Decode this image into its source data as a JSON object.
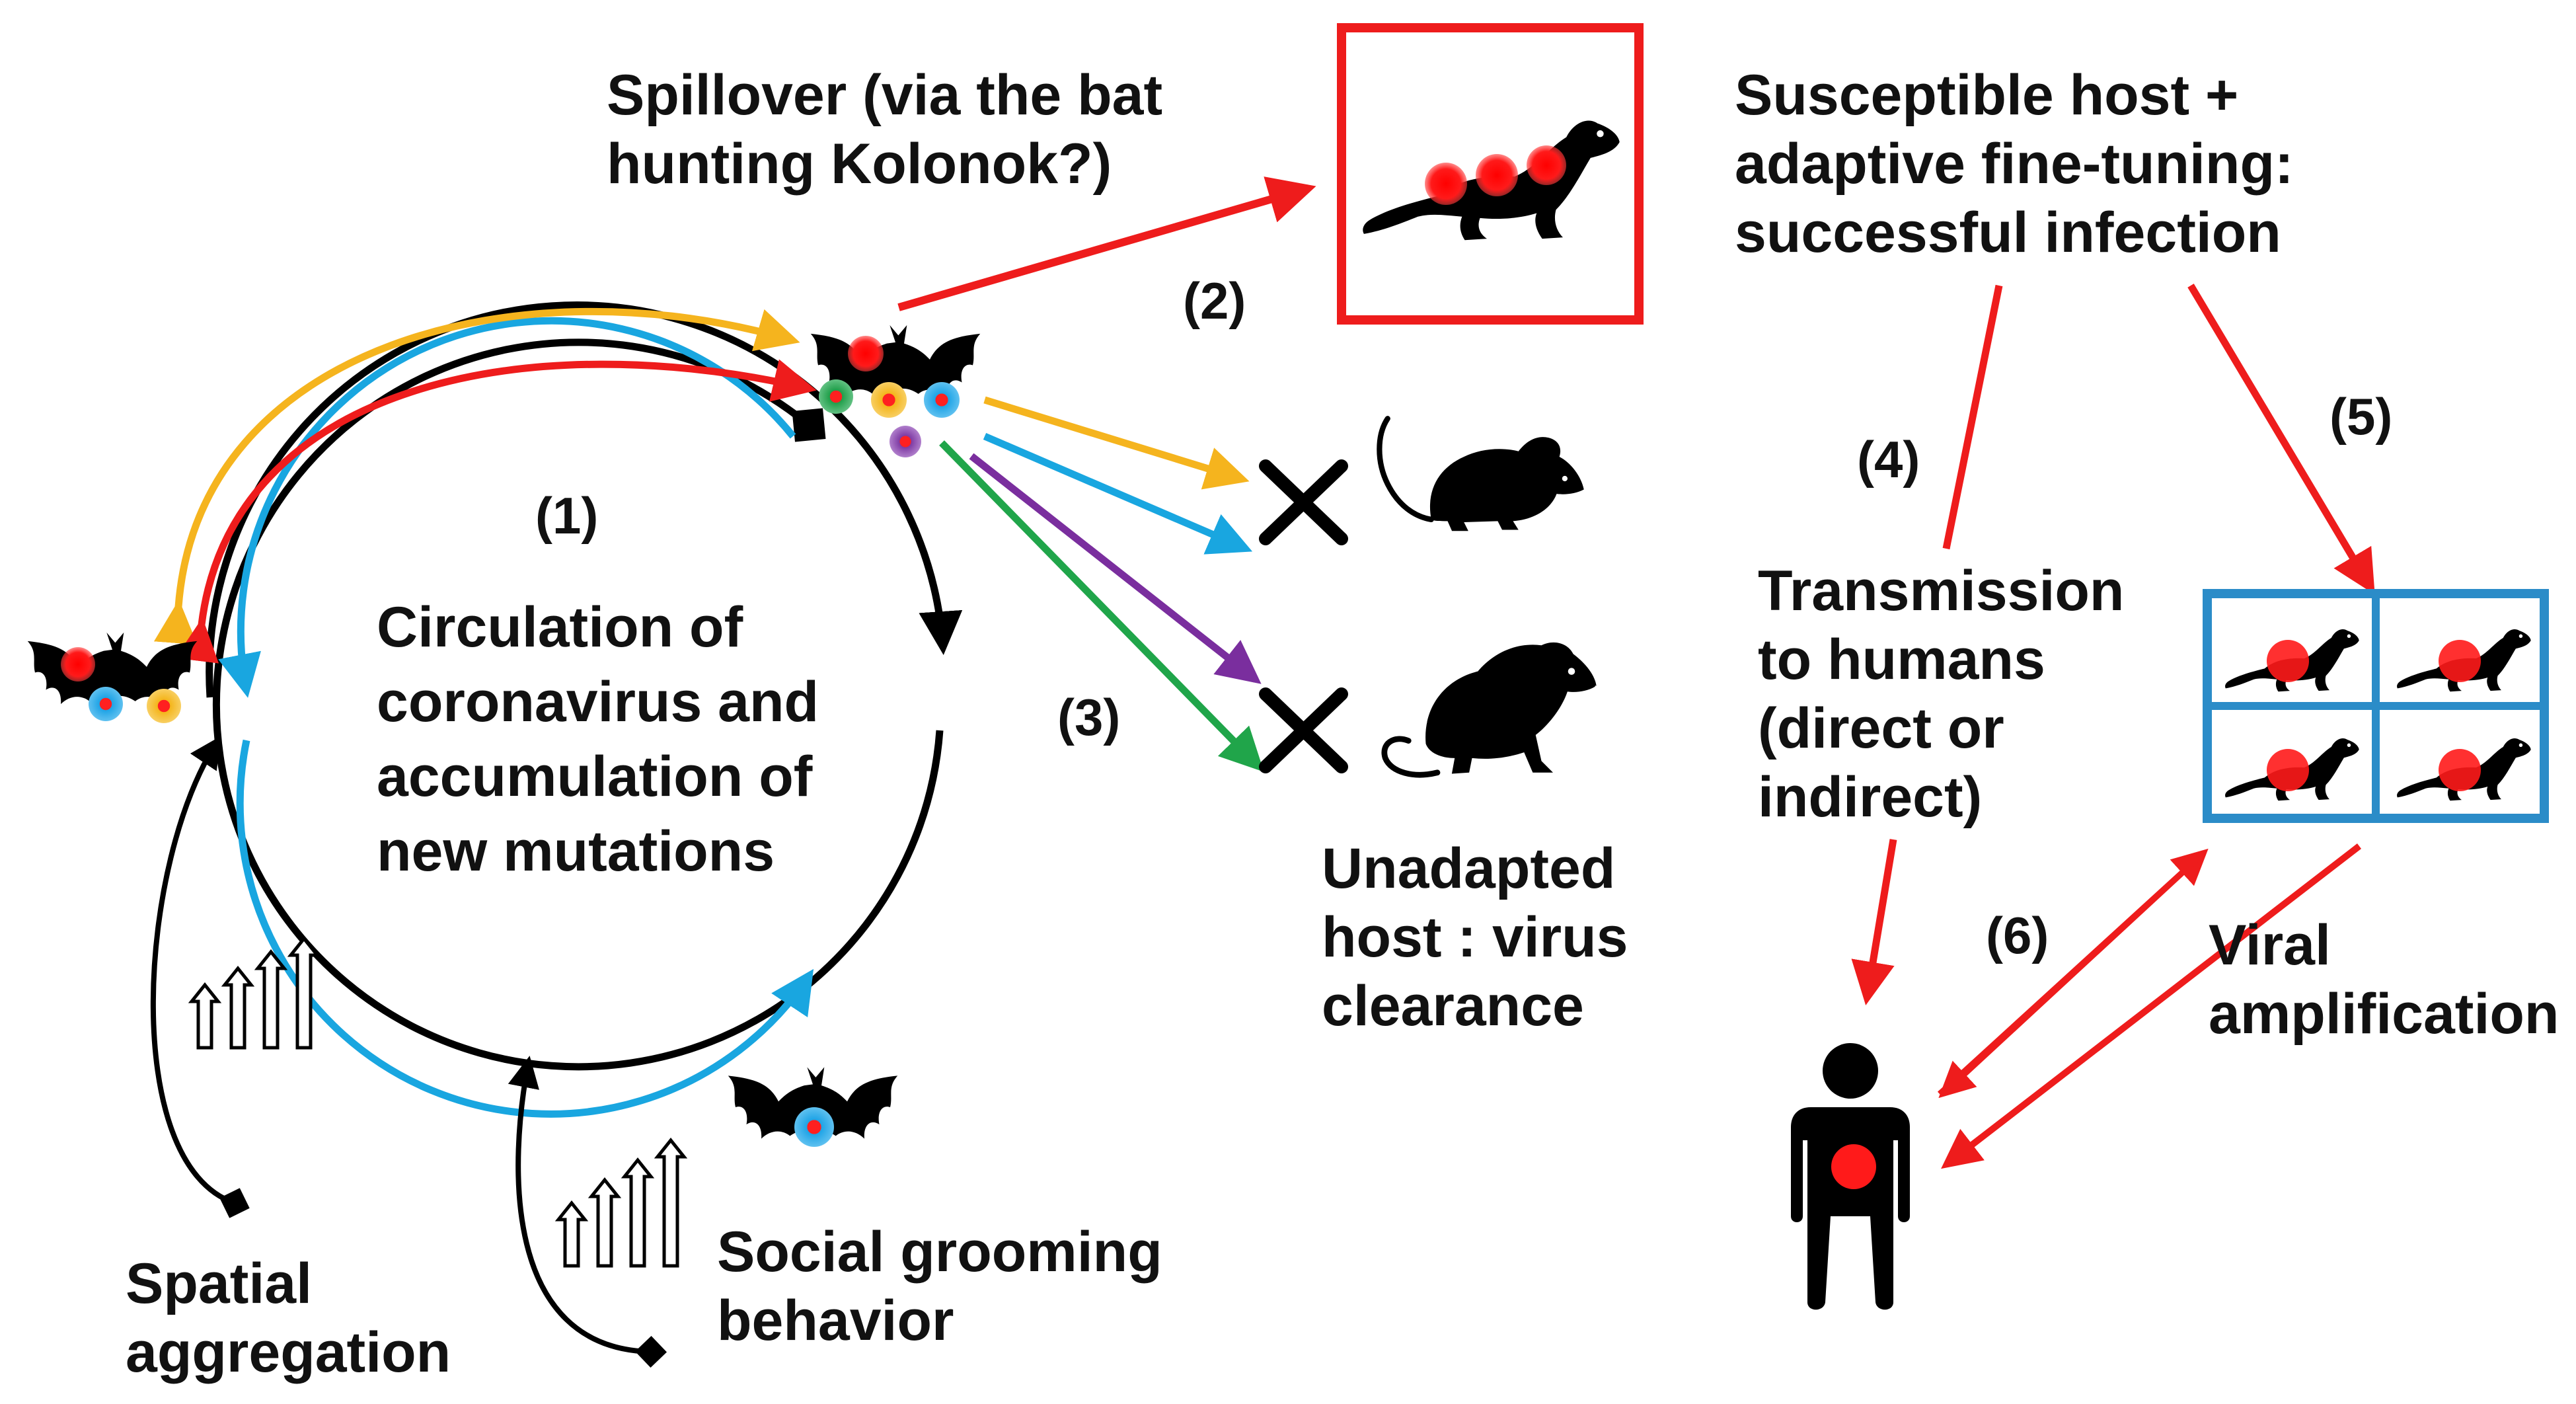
{
  "labels": {
    "spillover": "Spillover (via the bat\nhunting Kolonok?)",
    "susceptible": "Susceptible host +\nadaptive fine-tuning:\nsuccessful infection",
    "circulation": "Circulation of\ncoronavirus and\naccumulation of\nnew mutations",
    "transmission": "Transmission\nto humans\n(direct or\nindirect)",
    "unadapted": "Unadapted\nhost : virus\nclearance",
    "viral_amplification": "Viral\namplification",
    "social_grooming": "Social grooming\nbehavior",
    "spatial_aggregation": "Spatial\naggregation"
  },
  "steps": [
    "(1)",
    "(2)",
    "(3)",
    "(4)",
    "(5)",
    "(6)"
  ],
  "colors": {
    "red": "#ee1c1c",
    "yellow": "#f5b41e",
    "blue": "#19a6e0",
    "green": "#20a54a",
    "purple": "#7a2e9e",
    "black": "#000000",
    "cage_border": "#2b8cc8"
  },
  "icons": {
    "bat": "bat-icon",
    "kolonok": "kolonok-icon",
    "mouse": "mouse-icon",
    "rat": "rat-icon",
    "human": "human-icon",
    "cross": "cross-icon",
    "growth_arrows": "growth-arrows-icon"
  }
}
